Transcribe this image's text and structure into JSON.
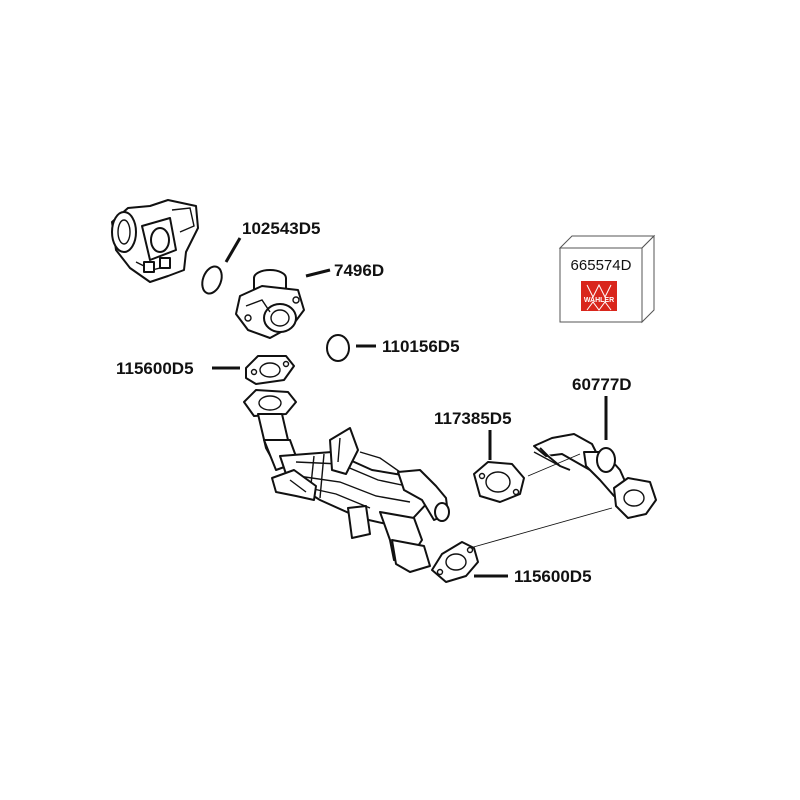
{
  "labels": {
    "oring_top": "102543D5",
    "egr_valve": "7496D",
    "oring_mid": "110156D5",
    "gasket_left": "115600D5",
    "gasket_mid": "117385D5",
    "pipe": "60777D",
    "gasket_bottom": "115600D5"
  },
  "package": {
    "part_number": "665574D",
    "brand": "WAHLER",
    "brand_color": "#d9261c"
  }
}
